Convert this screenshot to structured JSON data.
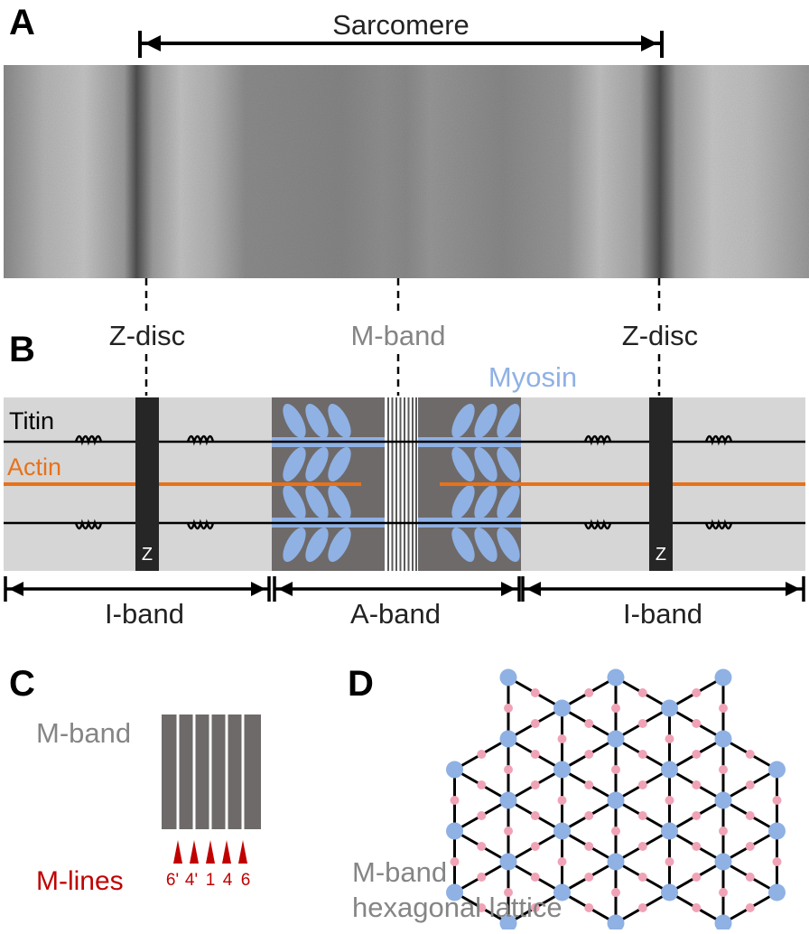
{
  "panels": {
    "a": "A",
    "b": "B",
    "c": "C",
    "d": "D"
  },
  "panel_a": {
    "sarcomere_label": "Sarcomere"
  },
  "panel_b": {
    "z_disc_left": "Z-disc",
    "m_band": "M-band",
    "z_disc_right": "Z-disc",
    "myosin": "Myosin",
    "titin": "Titin",
    "actin": "Actin",
    "z_marker": "Z",
    "i_band_left": "I-band",
    "a_band": "A-band",
    "i_band_right": "I-band"
  },
  "panel_c": {
    "m_band": "M-band",
    "m_lines": "M-lines",
    "line_numbers": [
      "6'",
      "4'",
      "1",
      "4",
      "6"
    ]
  },
  "panel_d": {
    "line1": "M-band",
    "line2": "hexagonal lattice"
  },
  "colors": {
    "actin": "#e8711a",
    "myosin": "#8fb1e4",
    "m_line_marker": "#c00000",
    "lattice_node_large": "#8fb1e4",
    "lattice_node_small": "#f0a3b6",
    "a_band_fill": "#6e6a6a",
    "i_band_fill": "#d6d6d6"
  }
}
